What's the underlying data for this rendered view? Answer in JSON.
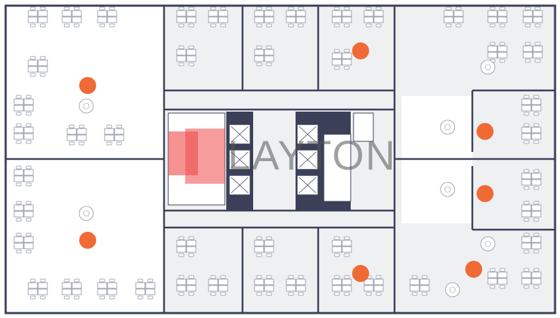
{
  "plan": {
    "watermark": "LAYTON",
    "colors": {
      "wall": "#3b4058",
      "room": "#eef0f2",
      "marker": "#f06a35",
      "logo": "#ee4b4b"
    },
    "markers": [
      {
        "id": "workspace-1"
      },
      {
        "id": "workspace-2"
      },
      {
        "id": "workspace-3"
      },
      {
        "id": "workspace-4"
      },
      {
        "id": "workspace-5"
      },
      {
        "id": "workspace-6"
      },
      {
        "id": "workspace-7"
      }
    ]
  }
}
